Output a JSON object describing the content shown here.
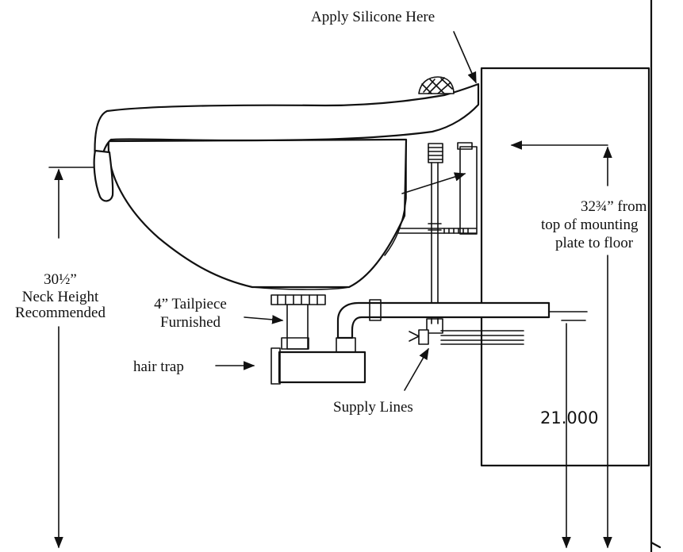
{
  "labels": {
    "apply_silicone": "Apply Silicone Here",
    "mounting_height_line1": "32¾” from",
    "mounting_height_line2": "top of mounting",
    "mounting_height_line3": "plate to floor",
    "neck_height_line1": "30½”",
    "neck_height_line2": "Neck Height",
    "neck_height_line3": "Recommended",
    "tailpiece_line1": "4” Tailpiece",
    "tailpiece_line2": "Furnished",
    "hair_trap": "hair trap",
    "supply_lines": "Supply Lines",
    "dimension_value": "21.000"
  }
}
